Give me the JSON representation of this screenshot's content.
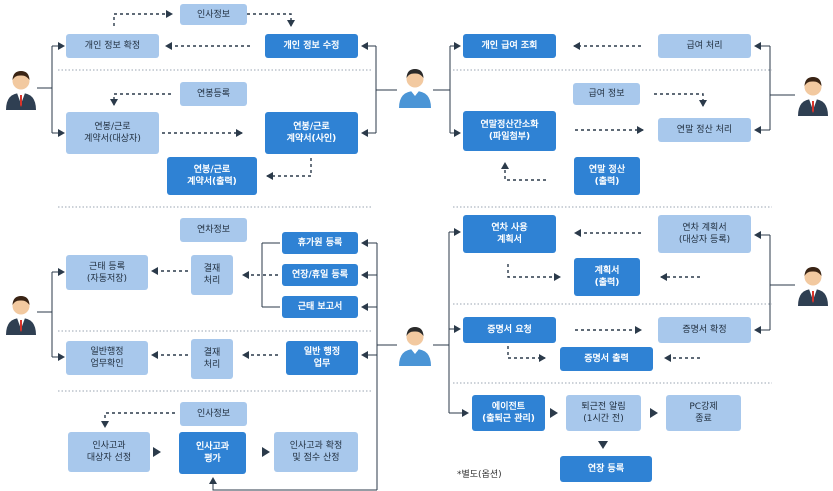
{
  "boxes": {
    "insa_info_top": "인사정보",
    "personal_confirm": "개인 정보 확정",
    "personal_edit": "개인 정보 수정",
    "salary_reg": "연봉등록",
    "contract_target": "연봉/근로\n계약서(대상자)",
    "contract_sign": "연봉/근로\n계약서(사인)",
    "contract_print": "연봉/근로\n계약서(출력)",
    "annual_info": "연차정보",
    "vacation_reg": "휴가원 등록",
    "attend_reg": "근태 등록\n(자동저장)",
    "approve1": "결재\n처리",
    "overtime_reg": "연장/휴일 등록",
    "attend_report": "근태 보고서",
    "general_confirm": "일반행정\n업무확인",
    "approve2": "결재\n처리",
    "general_admin": "일반 행정\n업무",
    "insa_info_bottom": "인사정보",
    "eval_target": "인사고과\n대상자 선정",
    "eval": "인사고과\n평가",
    "eval_confirm": "인사고과 확정\n및 점수 산정",
    "pay_view": "개인 급여 조회",
    "pay_process": "급여 처리",
    "pay_info": "급여 정보",
    "tax_simplify": "연말정산간소화\n(파일첨부)",
    "tax_process": "연말 정산 처리",
    "tax_print": "연말 정산\n(출력)",
    "leave_use": "연차 사용\n계획서",
    "leave_plan": "연차 계획서\n(대상자 등록)",
    "plan_print": "계획서\n(출력)",
    "cert_request": "증명서 요청",
    "cert_confirm": "증명서 확정",
    "cert_print": "증명서 출력",
    "agent": "에이전트\n(출퇴근 관리)",
    "leave_alarm": "퇴근전 알림\n(1시간 전)",
    "pc_shutdown": "PC강제\n종료",
    "extend_reg": "연장 등록"
  },
  "note": "*별도(옵션)",
  "colors": {
    "light": "#a8c8ec",
    "dark": "#2f82d4",
    "line": "#2b3a4a",
    "divider": "#9aa5b1"
  }
}
